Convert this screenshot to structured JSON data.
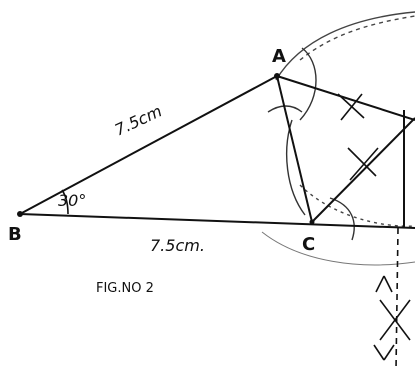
{
  "figure": {
    "points": {
      "a": "A",
      "b": "B",
      "c": "C"
    },
    "labels": {
      "side_ab": "7.5cm",
      "side_bc": "7.5cm.",
      "angle_b": "30°",
      "caption": "FIG.NO 2"
    },
    "colors": {
      "ink": "#111111",
      "construction": "#555555"
    }
  }
}
